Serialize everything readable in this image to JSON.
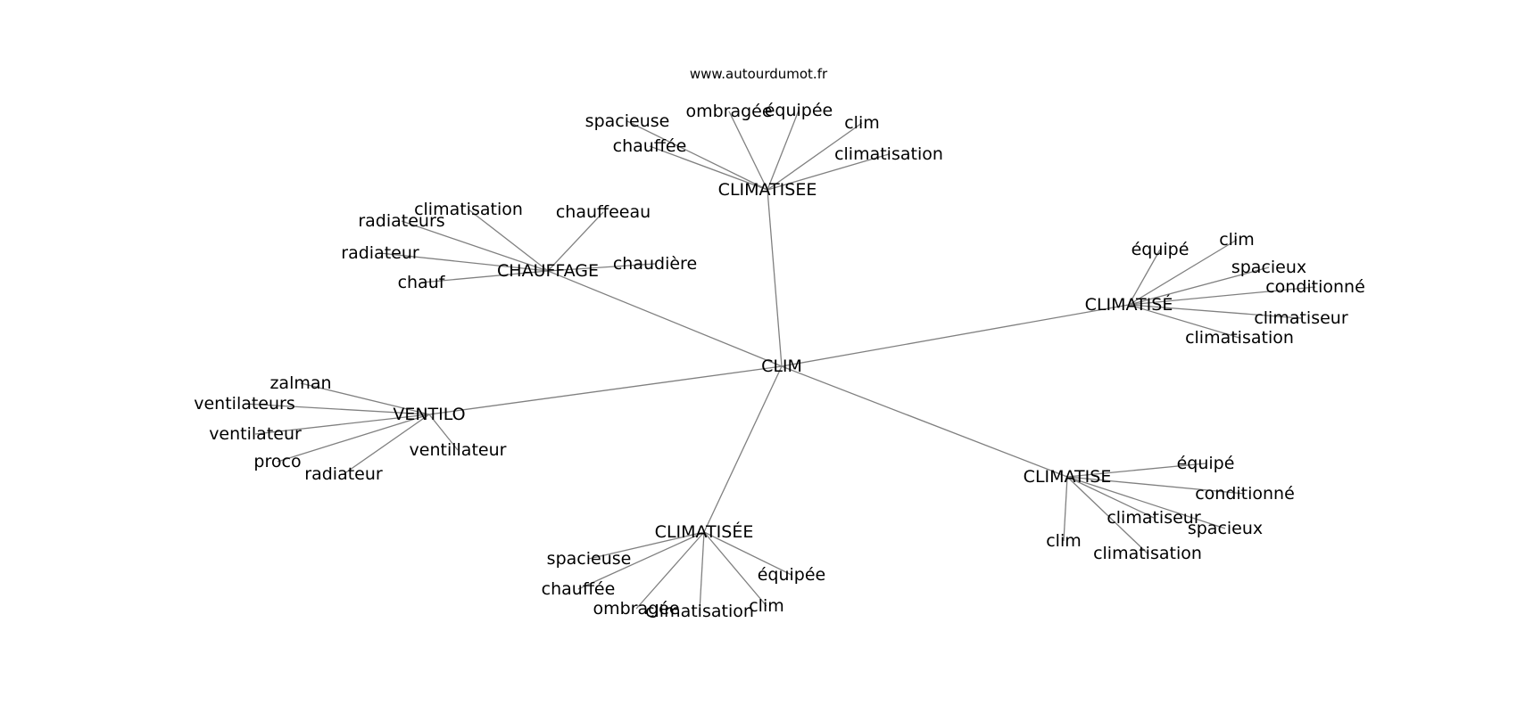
{
  "watermark": "www.autourdumot.fr",
  "colors": {
    "edge": "#808080",
    "text": "#000000",
    "background": "#ffffff"
  },
  "graph": {
    "center": "CLIM",
    "nodes": [
      {
        "id": "clim_center",
        "label": "CLIM"
      },
      {
        "id": "climatisee",
        "label": "CLIMATISEE"
      },
      {
        "id": "chauffage",
        "label": "CHAUFFAGE"
      },
      {
        "id": "climatise_acc",
        "label": "CLIMATISÉ"
      },
      {
        "id": "ventilo",
        "label": "VENTILO"
      },
      {
        "id": "climatise",
        "label": "CLIMATISE"
      },
      {
        "id": "climatisee_acc",
        "label": "CLIMATISÉE"
      },
      {
        "id": "a1",
        "label": "spacieuse"
      },
      {
        "id": "a2",
        "label": "ombragée"
      },
      {
        "id": "a3",
        "label": "équipée"
      },
      {
        "id": "a4",
        "label": "clim"
      },
      {
        "id": "a5",
        "label": "chauffée"
      },
      {
        "id": "a6",
        "label": "climatisation"
      },
      {
        "id": "b1",
        "label": "climatisation"
      },
      {
        "id": "b2",
        "label": "chauffeeau"
      },
      {
        "id": "b3",
        "label": "radiateurs"
      },
      {
        "id": "b4",
        "label": "radiateur"
      },
      {
        "id": "b5",
        "label": "chaudière"
      },
      {
        "id": "b6",
        "label": "chauf"
      },
      {
        "id": "c1",
        "label": "équipé"
      },
      {
        "id": "c2",
        "label": "clim"
      },
      {
        "id": "c3",
        "label": "spacieux"
      },
      {
        "id": "c4",
        "label": "conditionné"
      },
      {
        "id": "c5",
        "label": "climatiseur"
      },
      {
        "id": "c6",
        "label": "climatisation"
      },
      {
        "id": "d1",
        "label": "zalman"
      },
      {
        "id": "d2",
        "label": "ventilateurs"
      },
      {
        "id": "d3",
        "label": "ventilateur"
      },
      {
        "id": "d4",
        "label": "ventillateur"
      },
      {
        "id": "d5",
        "label": "proco"
      },
      {
        "id": "d6",
        "label": "radiateur"
      },
      {
        "id": "e1",
        "label": "équipé"
      },
      {
        "id": "e2",
        "label": "conditionné"
      },
      {
        "id": "e3",
        "label": "climatiseur"
      },
      {
        "id": "e4",
        "label": "spacieux"
      },
      {
        "id": "e5",
        "label": "clim"
      },
      {
        "id": "e6",
        "label": "climatisation"
      },
      {
        "id": "f1",
        "label": "spacieuse"
      },
      {
        "id": "f2",
        "label": "équipée"
      },
      {
        "id": "f3",
        "label": "chauffée"
      },
      {
        "id": "f4",
        "label": "ombragée"
      },
      {
        "id": "f5",
        "label": "climatisation"
      },
      {
        "id": "f6",
        "label": "clim"
      }
    ],
    "edges": [
      [
        "clim_center",
        "climatisee"
      ],
      [
        "clim_center",
        "chauffage"
      ],
      [
        "clim_center",
        "climatise_acc"
      ],
      [
        "clim_center",
        "ventilo"
      ],
      [
        "clim_center",
        "climatise"
      ],
      [
        "clim_center",
        "climatisee_acc"
      ],
      [
        "climatisee",
        "a1"
      ],
      [
        "climatisee",
        "a2"
      ],
      [
        "climatisee",
        "a3"
      ],
      [
        "climatisee",
        "a4"
      ],
      [
        "climatisee",
        "a5"
      ],
      [
        "climatisee",
        "a6"
      ],
      [
        "chauffage",
        "b1"
      ],
      [
        "chauffage",
        "b2"
      ],
      [
        "chauffage",
        "b3"
      ],
      [
        "chauffage",
        "b4"
      ],
      [
        "chauffage",
        "b5"
      ],
      [
        "chauffage",
        "b6"
      ],
      [
        "climatise_acc",
        "c1"
      ],
      [
        "climatise_acc",
        "c2"
      ],
      [
        "climatise_acc",
        "c3"
      ],
      [
        "climatise_acc",
        "c4"
      ],
      [
        "climatise_acc",
        "c5"
      ],
      [
        "climatise_acc",
        "c6"
      ],
      [
        "ventilo",
        "d1"
      ],
      [
        "ventilo",
        "d2"
      ],
      [
        "ventilo",
        "d3"
      ],
      [
        "ventilo",
        "d4"
      ],
      [
        "ventilo",
        "d5"
      ],
      [
        "ventilo",
        "d6"
      ],
      [
        "climatise",
        "e1"
      ],
      [
        "climatise",
        "e2"
      ],
      [
        "climatise",
        "e3"
      ],
      [
        "climatise",
        "e4"
      ],
      [
        "climatise",
        "e5"
      ],
      [
        "climatise",
        "e6"
      ],
      [
        "climatisee_acc",
        "f1"
      ],
      [
        "climatisee_acc",
        "f2"
      ],
      [
        "climatisee_acc",
        "f3"
      ],
      [
        "climatisee_acc",
        "f4"
      ],
      [
        "climatisee_acc",
        "f5"
      ],
      [
        "climatisee_acc",
        "f6"
      ]
    ]
  }
}
